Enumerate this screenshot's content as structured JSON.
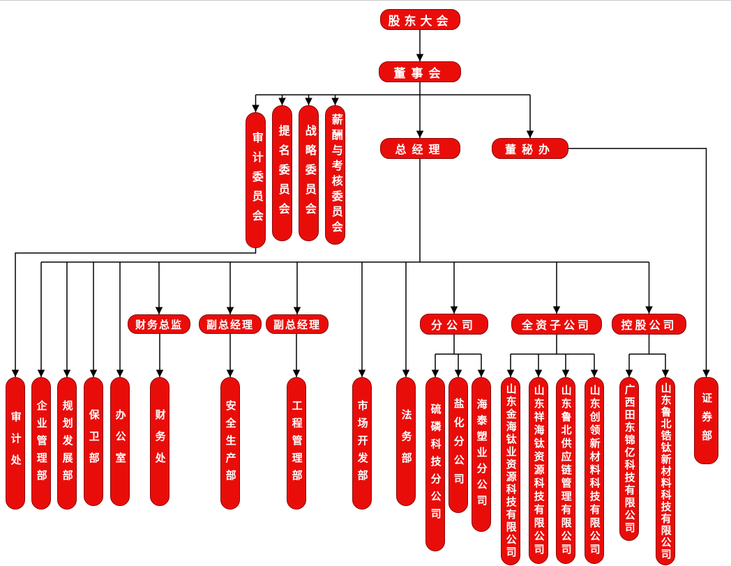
{
  "colors": {
    "box_fill": "#e90d0a",
    "box_border": "#8c0606",
    "text": "#ffffff",
    "line": "#000000"
  },
  "nodes": {
    "shareholders": "股东大会",
    "board": "董事会",
    "committees": {
      "audit": "审计委员会",
      "nomination": "提名委员会",
      "strategy": "战略委员会",
      "compensation": "薪酬与考核委员会"
    },
    "general_manager": "总经理",
    "secretary_office": "董秘办",
    "middle": {
      "cfo": "财务总监",
      "deputy_gm_1": "副总经理",
      "deputy_gm_2": "副总经理"
    },
    "groups": {
      "branch": "分公司",
      "wholly_owned": "全资子公司",
      "holding": "控股公司"
    },
    "departments": {
      "audit_office": "审计处",
      "enterprise_mgmt": "企业管理部",
      "planning_dev": "规划发展部",
      "security": "保卫部",
      "office": "办公室",
      "finance": "财务处",
      "safety": "安全生产部",
      "engineering": "工程管理部",
      "market_dev": "市场开发部",
      "legal": "法务部",
      "securities": "证券部"
    },
    "branches": {
      "sulfur_phosphorus": "硫磷科技分公司",
      "salt_chemical": "盐化分公司",
      "haitai_plastics": "海泰塑业分公司"
    },
    "subsidiaries": {
      "jinhai_titanium": "山东金海钛业资源科技有限公司",
      "xianghai_titanium": "山东祥海钛资源科技有限公司",
      "lubei_supply_chain": "山东鲁北供应链管理有限公司",
      "chuangling_materials": "山东创领新材料科技有限公司"
    },
    "holdings": {
      "guangxi_tiandong": "广西田东锦亿科技有限公司",
      "lubei_zirconium": "山东鲁北锆钛新材料科技有限公司"
    }
  }
}
